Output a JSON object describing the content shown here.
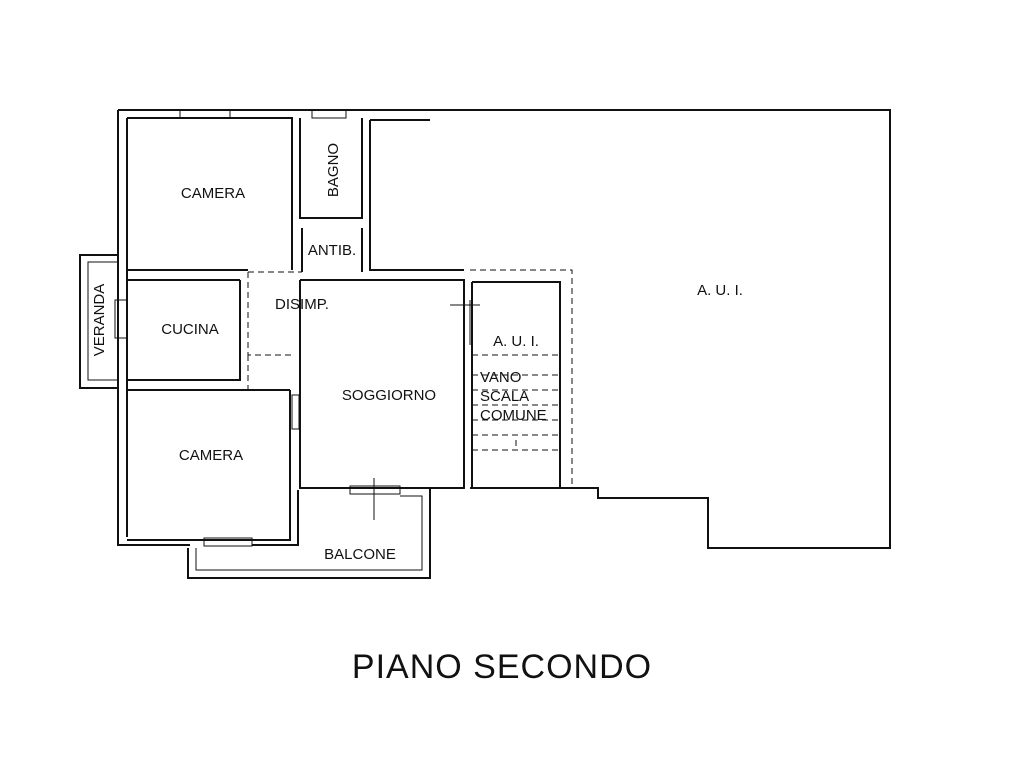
{
  "title": "PIANO  SECONDO",
  "rooms": {
    "camera_top": "CAMERA",
    "bagno": "BAGNO",
    "antib": "ANTIB.",
    "disimp": "DISIMP.",
    "veranda": "VERANDA",
    "cucina": "CUCINA",
    "soggiorno": "SOGGIORNO",
    "camera_bottom": "CAMERA",
    "balcone": "BALCONE",
    "aui_small": "A. U. I.",
    "vano_line1": "VANO",
    "vano_line2": "SCALA",
    "vano_line3": "COMUNE",
    "aui_large": "A. U. I."
  }
}
